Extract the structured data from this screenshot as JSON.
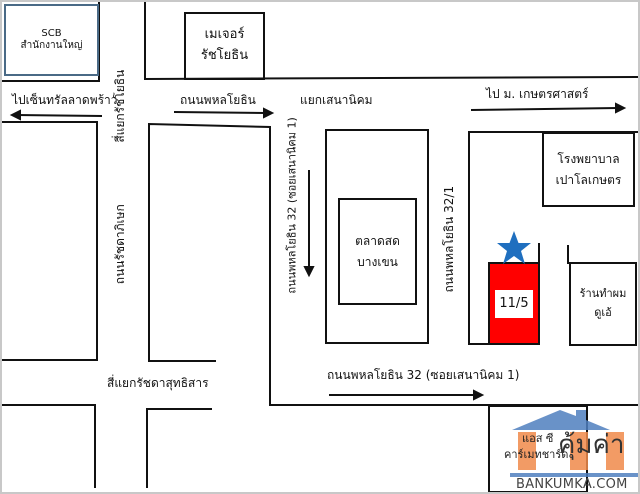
{
  "landmarks": {
    "scb": {
      "line1": "SCB",
      "line2": "สำนักงานใหญ่"
    },
    "major": {
      "line1": "เมเจอร์",
      "line2": "รัชโยธิน"
    },
    "market": {
      "line1": "ตลาดสด",
      "line2": "บางเขน"
    },
    "hospital": {
      "line1": "โรงพยาบาล",
      "line2": "เปาโลเกษตร"
    },
    "salon": {
      "line1": "ร้านทำผม",
      "line2": "ดูเอ้"
    },
    "target": {
      "label": "11/5"
    },
    "bottom_place": {
      "line1": "แอส ซี",
      "line2": "คาร์เมทชาร์ด"
    }
  },
  "roads": {
    "to_central": "ไปเซ็นทรัลลาดพร้าว",
    "ratchayothin_junction": "สี่แยกรัชโยธิน",
    "phahonyothin": "ถนนพหลโยธิน",
    "sena_junction": "แยกเสนานิคม",
    "to_ku": "ไป ม. เกษตรศาสตร์",
    "ratchadaphisek": "ถนนรัชดาภิเษก",
    "soi32_vertical": "ถนนพหลโยธิน 32 (ซอยเสนานิคม 1)",
    "soi32_1": "ถนนพหลโยธิน 32/1",
    "sutthisan_junction": "สี่แยกรัชดาสุทธิสาร",
    "soi32_horizontal": "ถนนพหลโยธิน 32 (ซอยเสนานิคม 1)"
  },
  "watermark": {
    "brand": "คุ้มค่า",
    "site": "BANKUMKA.COM"
  },
  "colors": {
    "target": "#ff0000",
    "star": "#1f6fbf",
    "scb_border": "#4a6a86",
    "logo_orange": "#f08a4b",
    "logo_blue": "#4f7fbf"
  }
}
